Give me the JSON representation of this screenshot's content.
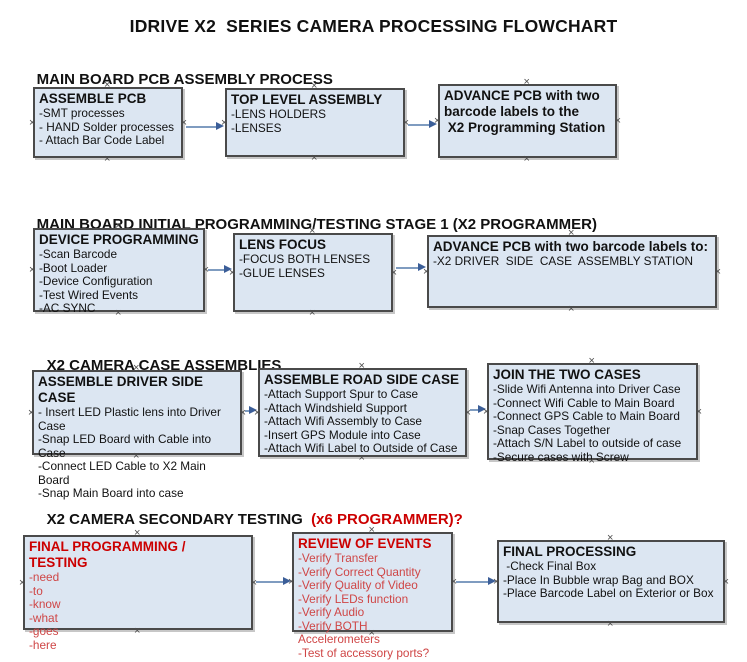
{
  "glyphs": {
    "handle": "×"
  },
  "colors": {
    "box_fill": "#dce6f2",
    "box_border": "#4a4a4a",
    "arrow_line": "#7f9cc0",
    "arrow_head": "#3b5e98",
    "red_strong": "#cc0000",
    "red_soft": "#cf4646",
    "text": "#111111"
  },
  "title": "IDRIVE X2  SERIES CAMERA PROCESSING FLOWCHART",
  "sections": [
    {
      "header": "MAIN BOARD PCB ASSEMBLY PROCESS",
      "boxes": [
        {
          "title_lines": [
            "ASSEMBLE PCB"
          ],
          "body_lines": [
            "-SMT processes",
            "- HAND Solder processes",
            "- Attach Bar Code Label"
          ]
        },
        {
          "title_lines": [
            "TOP LEVEL ASSEMBLY"
          ],
          "body_lines": [
            "-LENS HOLDERS",
            "-LENSES"
          ]
        },
        {
          "title_lines": [
            "ADVANCE PCB with two",
            "barcode labels to the",
            " X2 Programming Station"
          ],
          "body_lines": []
        }
      ]
    },
    {
      "header": "MAIN BOARD INITIAL PROGRAMMING/TESTING STAGE 1 (X2 PROGRAMMER)",
      "boxes": [
        {
          "title_lines": [
            "DEVICE PROGRAMMING"
          ],
          "body_lines": [
            "-Scan Barcode",
            "-Boot Loader",
            "-Device Configuration",
            "-Test Wired Events",
            "-AC SYNC"
          ]
        },
        {
          "title_lines": [
            "LENS FOCUS"
          ],
          "body_lines": [
            "-FOCUS BOTH LENSES",
            "-GLUE LENSES"
          ]
        },
        {
          "title_lines": [
            "ADVANCE PCB with two barcode labels to:"
          ],
          "body_lines": [
            "-X2 DRIVER  SIDE  CASE  ASSEMBLY STATION"
          ]
        }
      ]
    },
    {
      "header": "X2 CAMERA CASE ASSEMBLIES",
      "boxes": [
        {
          "title_lines": [
            "ASSEMBLE DRIVER SIDE CASE"
          ],
          "body_lines": [
            "- Insert LED Plastic lens into Driver Case",
            "-Snap LED Board with Cable into Case",
            "-Connect LED Cable to X2 Main Board",
            "-Snap Main Board into case"
          ]
        },
        {
          "title_lines": [
            "ASSEMBLE ROAD SIDE CASE"
          ],
          "body_lines": [
            "-Attach Support Spur to Case",
            "-Attach Windshield Support",
            "-Attach Wifi Assembly to Case",
            "-Insert GPS Module into Case",
            "-Attach Wifi Label to Outside of Case"
          ]
        },
        {
          "title_lines": [
            "JOIN THE TWO CASES"
          ],
          "body_lines": [
            "-Slide Wifi Antenna into Driver Case",
            "-Connect Wifi Cable to Main Board",
            "-Connect GPS Cable to Main Board",
            "-Snap Cases Together",
            "-Attach S/N Label to outside of case",
            "-Secure cases with Screw"
          ]
        }
      ]
    },
    {
      "header": "X2 CAMERA SECONDARY TESTING ",
      "header_red": " (x6 PROGRAMMER)?",
      "boxes": [
        {
          "title_lines": [
            "FINAL PROGRAMMING / TESTING"
          ],
          "body_lines": [
            "-need",
            "-to",
            "-know",
            "-what",
            "-goes",
            "-here"
          ]
        },
        {
          "title_lines": [
            "REVIEW OF EVENTS"
          ],
          "body_lines": [
            "-Verify Transfer",
            "-Verify Correct Quantity",
            "-Verify Quality of Video",
            "-Verify LEDs function",
            "-Verify Audio",
            "-Verify BOTH Accelerometers",
            "-Test of accessory ports?"
          ]
        },
        {
          "title_lines": [
            "FINAL PROCESSING"
          ],
          "body_lines": [
            " -Check Final Box",
            "-Place In Bubble wrap Bag and BOX",
            "-Place Barcode Label on Exterior or Box"
          ]
        }
      ]
    }
  ]
}
